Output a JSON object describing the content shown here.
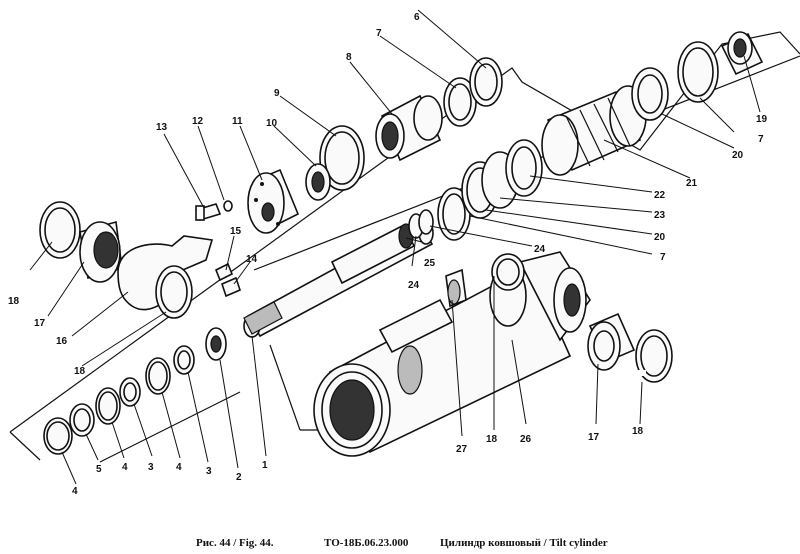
{
  "figure": {
    "fig_label": "Рис. 44 / Fig. 44.",
    "drawing_code": "ТО-18Б.06.23.000",
    "title": "Цилиндр ковшовый / Tilt cylinder"
  },
  "callouts": {
    "c1": "1",
    "c2": "2",
    "c3a": "3",
    "c3b": "3",
    "c4a": "4",
    "c4b": "4",
    "c4c": "4",
    "c5": "5",
    "c6": "6",
    "c7a": "7",
    "c7b": "7",
    "c7c": "7",
    "c8": "8",
    "c9": "9",
    "c10": "10",
    "c11": "11",
    "c12": "12",
    "c13": "13",
    "c14": "14",
    "c15": "15",
    "c16": "16",
    "c17a": "17",
    "c17b": "17",
    "c18a": "18",
    "c18b": "18",
    "c18c": "18",
    "c18d": "18",
    "c19": "19",
    "c20a": "20",
    "c20b": "20",
    "c21": "21",
    "c22": "22",
    "c23": "23",
    "c24a": "24",
    "c24b": "24",
    "c25": "25",
    "c26": "26",
    "c27": "27"
  }
}
